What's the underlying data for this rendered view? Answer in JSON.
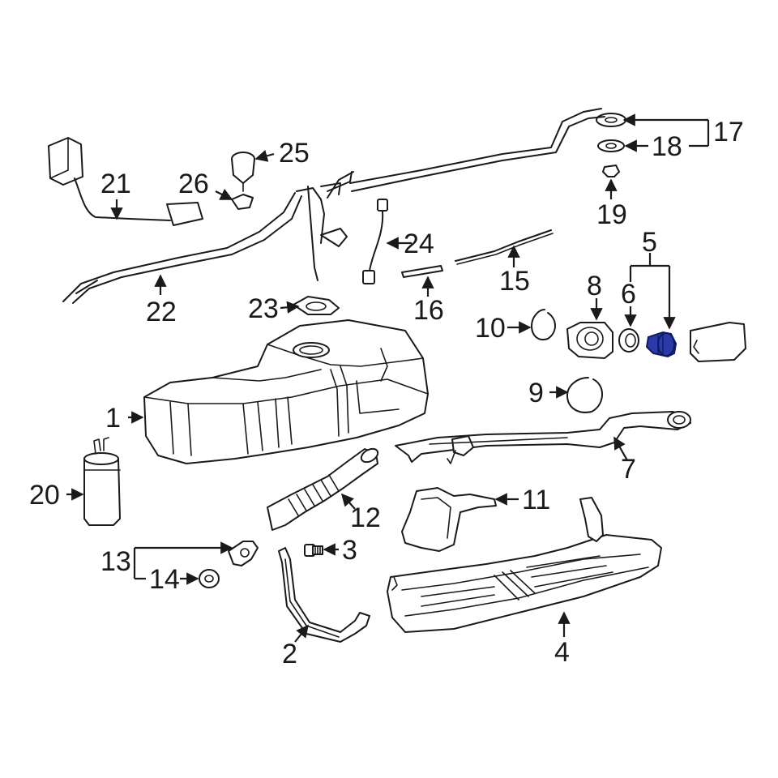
{
  "colors": {
    "line": "#1a1a1a",
    "highlight": "#2a3aa8",
    "background": "#ffffff"
  },
  "callouts": {
    "c1": "1",
    "c2": "2",
    "c3": "3",
    "c4": "4",
    "c5": "5",
    "c6": "6",
    "c7": "7",
    "c8": "8",
    "c9": "9",
    "c10": "10",
    "c11": "11",
    "c12": "12",
    "c13": "13",
    "c14": "14",
    "c15": "15",
    "c16": "16",
    "c17": "17",
    "c18": "18",
    "c19": "19",
    "c20": "20",
    "c21": "21",
    "c22": "22",
    "c23": "23",
    "c24": "24",
    "c25": "25",
    "c26": "26"
  },
  "highlighted_part": "5"
}
